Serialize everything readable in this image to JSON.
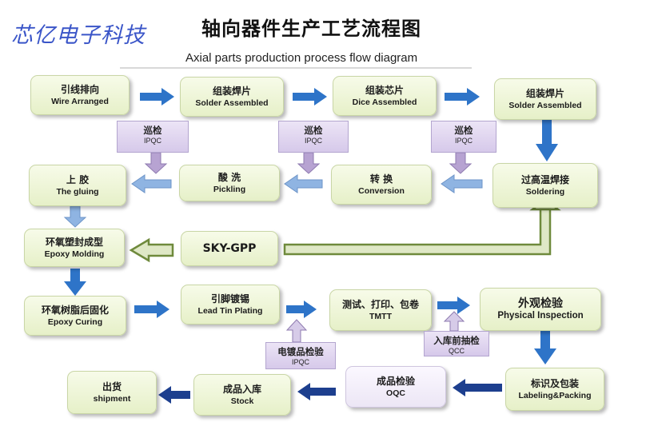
{
  "header": {
    "brand": "芯亿电子科技",
    "title_cn": "轴向器件生产工艺流程图",
    "title_en": "Axial parts production process flow diagram"
  },
  "steps": {
    "wire_arranged": {
      "cn": "引线排向",
      "en": "Wire Arranged"
    },
    "solder_assembled_1": {
      "cn": "组装焊片",
      "en": "Solder Assembled"
    },
    "dice_assembled": {
      "cn": "组装芯片",
      "en": "Dice Assembled"
    },
    "solder_assembled_2": {
      "cn": "组装焊片",
      "en": "Solder Assembled"
    },
    "soldering": {
      "cn": "过高温焊接",
      "en": "Soldering"
    },
    "conversion": {
      "cn": "转 换",
      "en": "Conversion"
    },
    "pickling": {
      "cn": "酸 洗",
      "en": "Pickling"
    },
    "gluing": {
      "cn": "上 胶",
      "en": "The gluing"
    },
    "epoxy_molding": {
      "cn": "环氧塑封成型",
      "en": "Epoxy Molding"
    },
    "sky_gpp": {
      "label": "SKY-GPP"
    },
    "epoxy_curing": {
      "cn": "环氧树脂后固化",
      "en": "Epoxy Curing"
    },
    "lead_tin_plating": {
      "cn": "引脚镀锡",
      "en": "Lead Tin Plating"
    },
    "tmtt": {
      "cn": "测试、打印、包卷",
      "en": "TMTT"
    },
    "physical_inspection": {
      "cn": "外观检验",
      "en": "Physical Inspection"
    },
    "labeling_packing": {
      "cn": "标识及包装",
      "en": "Labeling&Packing"
    },
    "oqc": {
      "cn": "成品检验",
      "en": "OQC"
    },
    "stock": {
      "cn": "成品入库",
      "en": "Stock"
    },
    "shipment": {
      "cn": "出货",
      "en": "shipment"
    }
  },
  "checks": {
    "ipqc_1": {
      "cn": "巡检",
      "en": "IPQC"
    },
    "ipqc_2": {
      "cn": "巡检",
      "en": "IPQC"
    },
    "ipqc_3": {
      "cn": "巡检",
      "en": "IPQC"
    },
    "plating_check": {
      "cn": "电镀品检验",
      "en": "IPQC"
    },
    "warehouse_check": {
      "cn": "入库前抽检",
      "en": "QCC"
    }
  },
  "colors": {
    "blue_arrow": "#2e74c8",
    "light_blue_arrow": "#8fb4e2",
    "dark_blue_arrow": "#1d3f8e",
    "green_arrow": "#6f8a3c",
    "purple_arrow": "#b7a3d2",
    "node_fill": "#e6f0c8",
    "check_fill": "#d6c9ea"
  }
}
